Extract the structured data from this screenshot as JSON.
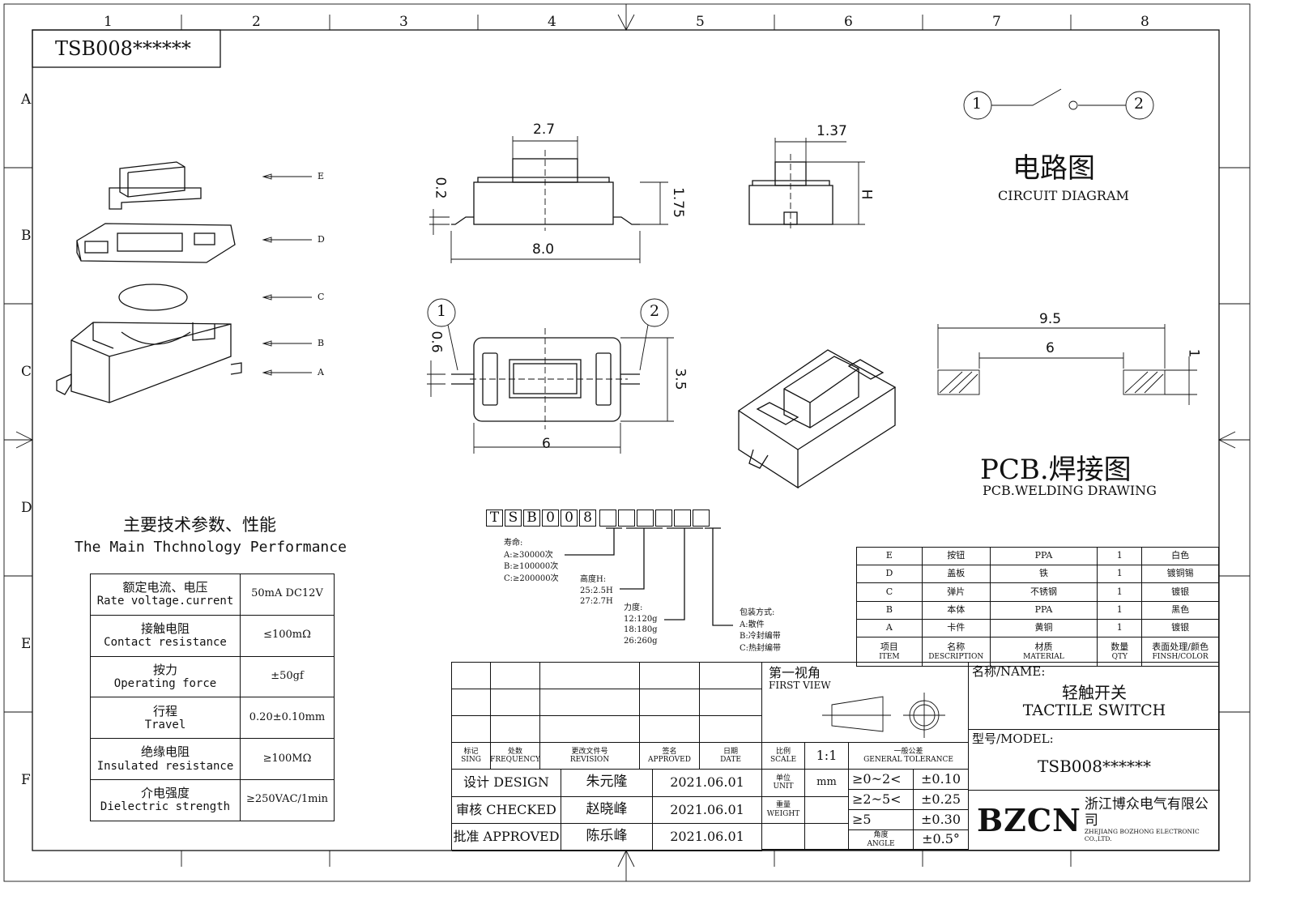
{
  "title_box": "TSB008******",
  "grid": {
    "columns": [
      "1",
      "2",
      "3",
      "4",
      "5",
      "6",
      "7",
      "8"
    ],
    "rows": [
      "A",
      "B",
      "C",
      "D",
      "E",
      "F"
    ]
  },
  "exploded": {
    "labels": [
      "E",
      "D",
      "C",
      "B",
      "A"
    ]
  },
  "dimensions": {
    "top_width": "2.7",
    "top_offset": "0.2",
    "height": "1.75",
    "length": "8.0",
    "side_width": "1.37",
    "side_height": "H",
    "pin_width": "0.6",
    "body_height": "3.5",
    "body_width": "6",
    "pin1": "1",
    "pin2": "2",
    "pcb_outer": "9.5",
    "pcb_inner": "6",
    "pcb_pad": "1"
  },
  "circuit": {
    "pin1": "1",
    "pin2": "2",
    "title_cn": "电路图",
    "title_en": "CIRCUIT DIAGRAM"
  },
  "pcb": {
    "title_cn": "PCB.焊接图",
    "title_en": "PCB.WELDING DRAWING"
  },
  "performance": {
    "title_cn": "主要技术参数、性能",
    "title_en": "The Main Thchnology Performance",
    "rows": [
      {
        "cn": "额定电流、电压",
        "en": "Rate voltage.current",
        "value": "50mA DC12V"
      },
      {
        "cn": "接触电阻",
        "en": "Contact resistance",
        "value": "≤100mΩ"
      },
      {
        "cn": "按力",
        "en": "Operating force",
        "value": "±50gf"
      },
      {
        "cn": "行程",
        "en": "Travel",
        "value": "0.20±0.10mm"
      },
      {
        "cn": "绝缘电阻",
        "en": "Insulated resistance",
        "value": "≥100MΩ"
      },
      {
        "cn": "介电强度",
        "en": "Dielectric strength",
        "value": "≥250VAC/1min"
      }
    ]
  },
  "part_code": {
    "chars": [
      "T",
      "S",
      "B",
      "0",
      "0",
      "8"
    ],
    "life": [
      "寿命:",
      "A:≥30000次",
      "B:≥100000次",
      "C:≥200000次"
    ],
    "height": [
      "高度H:",
      "25:2.5H",
      "27:2.7H"
    ],
    "force": [
      "力度:",
      "12:120g",
      "18:180g",
      "26:260g"
    ],
    "packing": [
      "包装方式:",
      "A:散件",
      "B:冷封编带",
      "C:热封编带"
    ]
  },
  "bom": {
    "rows": [
      [
        "E",
        "按钮",
        "PPA",
        "1",
        "白色"
      ],
      [
        "D",
        "盖板",
        "铁",
        "1",
        "镀铜锡"
      ],
      [
        "C",
        "弹片",
        "不锈钢",
        "1",
        "镀银"
      ],
      [
        "B",
        "本体",
        "PPA",
        "1",
        "黑色"
      ],
      [
        "A",
        "卡件",
        "黄铜",
        "1",
        "镀银"
      ]
    ],
    "header_cn": [
      "项目",
      "名称",
      "材质",
      "数量",
      "表面处理/颜色"
    ],
    "header_en": [
      "ITEM",
      "DESCRIPTION",
      "MATERIAL",
      "QTY",
      "FINSH/COLOR"
    ]
  },
  "title_block": {
    "rev_header": [
      [
        "标记",
        "SING"
      ],
      [
        "处数",
        "FREQUENCY"
      ],
      [
        "更改文件号",
        "REVISION"
      ],
      [
        "签名",
        "APPROVED"
      ],
      [
        "日期",
        "DATE"
      ]
    ],
    "signoffs": [
      {
        "role": "设计 DESIGN",
        "name": "朱元隆",
        "date": "2021.06.01"
      },
      {
        "role": "审核 CHECKED",
        "name": "赵晓峰",
        "date": "2021.06.01"
      },
      {
        "role": "批准 APPROVED",
        "name": "陈乐峰",
        "date": "2021.06.01"
      }
    ],
    "first_view_cn": "第一视角",
    "first_view_en": "FIRST VIEW",
    "scale_cn": "比例",
    "scale_en": "SCALE",
    "scale": "1:1",
    "unit_cn": "单位",
    "unit_en": "UNIT",
    "unit": "mm",
    "weight_cn": "重量",
    "weight_en": "WEIGHT",
    "tol_cn": "一般公差",
    "tol_en": "GENERAL TOLERANCE",
    "tolerances": [
      [
        "≥0~2<",
        "±0.10"
      ],
      [
        "≥2~5<",
        "±0.25"
      ],
      [
        "≥5",
        "±0.30"
      ]
    ],
    "angle_cn": "角度",
    "angle_en": "ANGLE",
    "angle_tol": "±0.5°",
    "name_label": "名称/NAME:",
    "name_cn": "轻触开关",
    "name_en": "TACTILE SWITCH",
    "model_label": "型号/MODEL:",
    "model": "TSB008******",
    "logo": "BZCN",
    "company_cn": "浙江博众电气有限公司",
    "company_en": "ZHEJIANG BOZHONG ELECTRONIC CO.,LTD."
  }
}
